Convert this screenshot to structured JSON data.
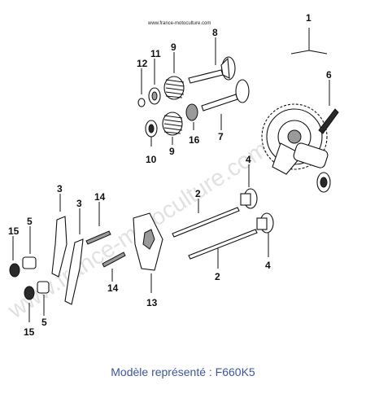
{
  "source_url": "www.france-motoculture.com",
  "watermark": "www.france-motoculture.com",
  "caption": "Modèle représenté : F660K5",
  "callouts": [
    "1",
    "2",
    "2",
    "3",
    "3",
    "4",
    "4",
    "5",
    "5",
    "6",
    "7",
    "8",
    "9",
    "9",
    "10",
    "11",
    "12",
    "13",
    "14",
    "14",
    "15",
    "15",
    "16"
  ],
  "colors": {
    "caption": "#3a55a8",
    "lines": "#111111",
    "watermark": "#c9c9c9"
  }
}
